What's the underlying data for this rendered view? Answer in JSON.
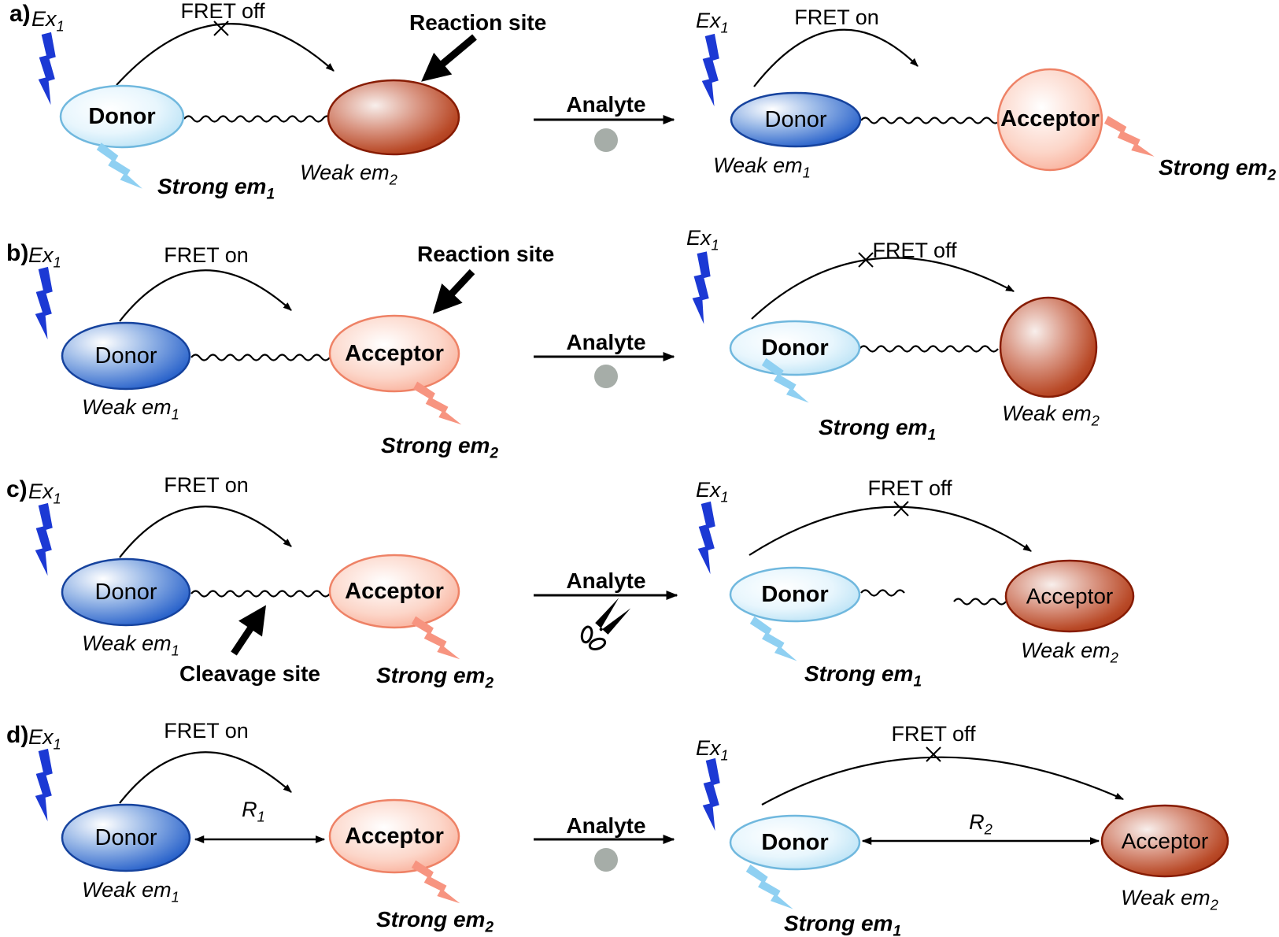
{
  "figure_name": "FRET-based sensing mechanisms",
  "colors": {
    "background": "#ffffff",
    "donor_light_fill": "#abdcf3",
    "donor_light_stroke": "#70b8de",
    "donor_dark_fill": "#2a63cb",
    "donor_dark_stroke": "#16439e",
    "acceptor_salmon_fill": "#f89b81",
    "acceptor_salmon_stroke": "#ee8266",
    "acceptor_darkred_fill": "#9b2408",
    "acceptor_darkred_stroke": "#871c03",
    "excitation_bolt": "#1c39d4",
    "emission_bolt_light_blue": "#8fd0f2",
    "emission_bolt_salmon": "#f79480",
    "analyte_dot": "#a6ada8",
    "line_color": "#000000"
  },
  "panels": [
    {
      "label": "a)",
      "left": {
        "excitation": "Ex",
        "excitation_sub": "1",
        "fret_state": "FRET off",
        "donor_label": "Donor",
        "site_label": "Reaction site",
        "emission_weak": "Weak em",
        "emission_weak_sub": "2",
        "emission_strong": "Strong em",
        "emission_strong_sub": "1"
      },
      "analyte_label": "Analyte",
      "right": {
        "excitation": "Ex",
        "excitation_sub": "1",
        "fret_state": "FRET on",
        "donor_label": "Donor",
        "acceptor_label": "Acceptor",
        "emission_weak": "Weak em",
        "emission_weak_sub": "1",
        "emission_strong": "Strong em",
        "emission_strong_sub": "2"
      }
    },
    {
      "label": "b)",
      "left": {
        "excitation": "Ex",
        "excitation_sub": "1",
        "fret_state": "FRET on",
        "donor_label": "Donor",
        "acceptor_label": "Acceptor",
        "site_label": "Reaction site",
        "emission_weak": "Weak em",
        "emission_weak_sub": "1",
        "emission_strong": "Strong em",
        "emission_strong_sub": "2"
      },
      "analyte_label": "Analyte",
      "right": {
        "excitation": "Ex",
        "excitation_sub": "1",
        "fret_state": "FRET off",
        "donor_label": "Donor",
        "emission_weak": "Weak em",
        "emission_weak_sub": "2",
        "emission_strong": "Strong em",
        "emission_strong_sub": "1"
      }
    },
    {
      "label": "c)",
      "left": {
        "excitation": "Ex",
        "excitation_sub": "1",
        "fret_state": "FRET on",
        "donor_label": "Donor",
        "acceptor_label": "Acceptor",
        "site_label": "Cleavage site",
        "emission_weak": "Weak em",
        "emission_weak_sub": "1",
        "emission_strong": "Strong em",
        "emission_strong_sub": "2"
      },
      "analyte_label": "Analyte",
      "right": {
        "excitation": "Ex",
        "excitation_sub": "1",
        "fret_state": "FRET off",
        "donor_label": "Donor",
        "acceptor_label": "Acceptor",
        "emission_weak": "Weak em",
        "emission_weak_sub": "2",
        "emission_strong": "Strong em",
        "emission_strong_sub": "1"
      }
    },
    {
      "label": "d)",
      "left": {
        "excitation": "Ex",
        "excitation_sub": "1",
        "fret_state": "FRET on",
        "donor_label": "Donor",
        "acceptor_label": "Acceptor",
        "distance_label": "R",
        "distance_sub": "1",
        "emission_weak": "Weak em",
        "emission_weak_sub": "1",
        "emission_strong": "Strong em",
        "emission_strong_sub": "2"
      },
      "analyte_label": "Analyte",
      "right": {
        "excitation": "Ex",
        "excitation_sub": "1",
        "fret_state": "FRET off",
        "donor_label": "Donor",
        "acceptor_label": "Acceptor",
        "distance_label": "R",
        "distance_sub": "2",
        "emission_weak": "Weak em",
        "emission_weak_sub": "2",
        "emission_strong": "Strong em",
        "emission_strong_sub": "1"
      }
    }
  ]
}
